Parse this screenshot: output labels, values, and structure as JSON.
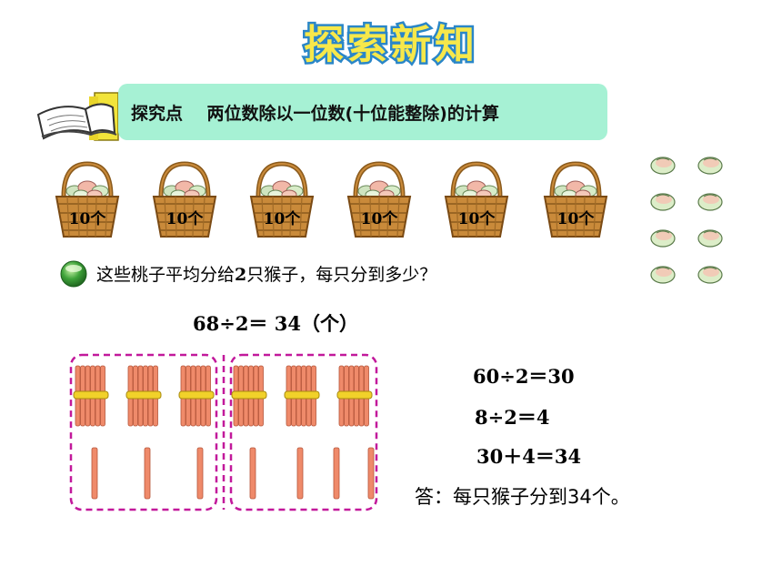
{
  "header": {
    "title": "探索新知"
  },
  "topic": {
    "label": "探究点",
    "text": "两位数除以一位数(十位能整除)的计算"
  },
  "baskets": [
    {
      "label": "10个"
    },
    {
      "label": "10个"
    },
    {
      "label": "10个"
    },
    {
      "label": "10个"
    },
    {
      "label": "10个"
    },
    {
      "label": "10个"
    }
  ],
  "loose_peaches": 8,
  "question": {
    "text_a": "这些桃子平均分给",
    "num": "2",
    "text_b": "只猴子，每只分到多少？"
  },
  "equation": "68÷2＝ 34（个）",
  "steps": [
    "60÷2＝30",
    "8÷2＝4",
    "30＋4＝34"
  ],
  "answer": "答：每只猴子分到34个。",
  "colors": {
    "banner": "#a6f1d4",
    "title_fill": "#f7e84a",
    "title_stroke": "#2a86c8",
    "dashed_border": "#c2199b",
    "stick": "#ef8a6a",
    "band": "#f1d12a"
  }
}
